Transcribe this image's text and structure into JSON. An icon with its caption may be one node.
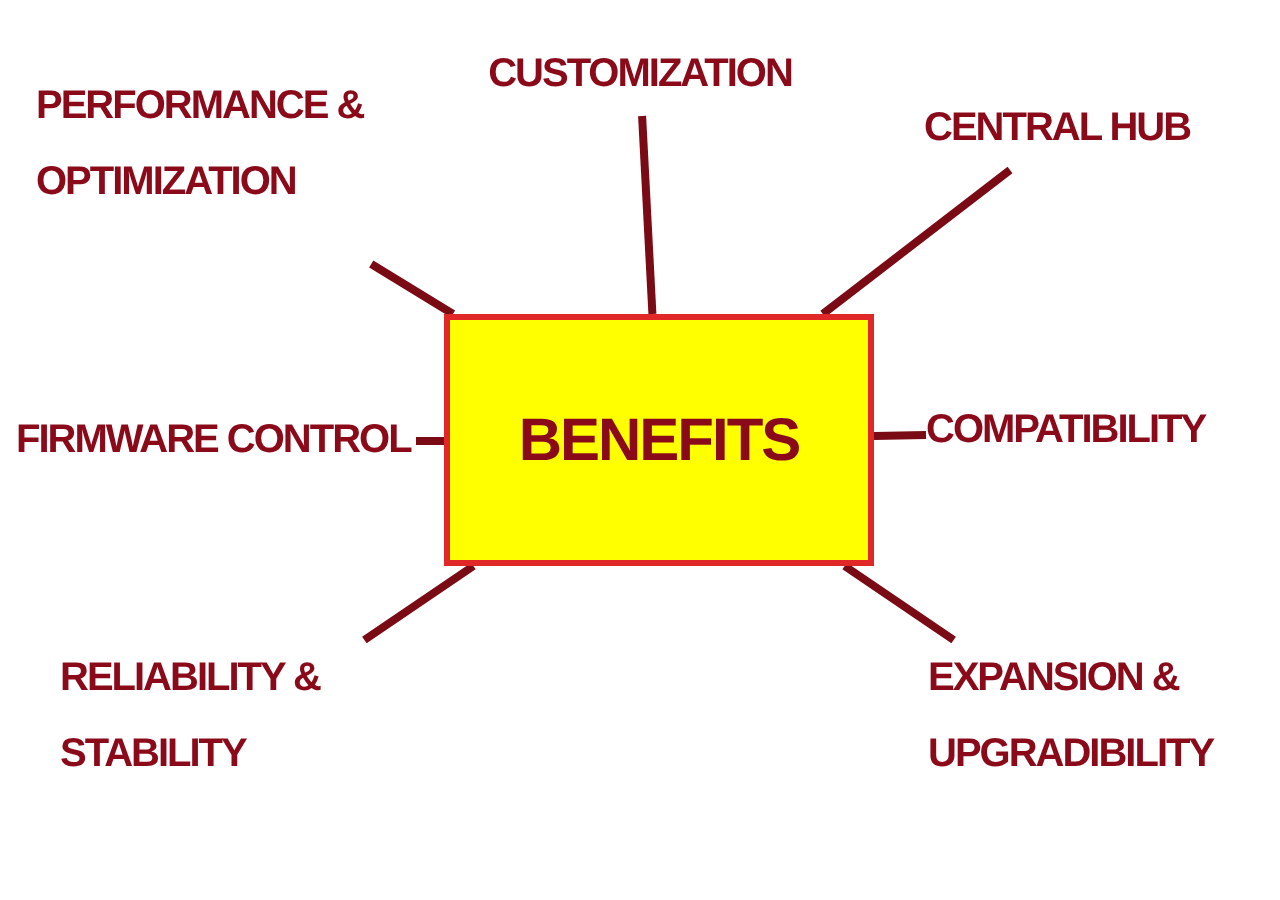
{
  "diagram": {
    "nodes": [
      {
        "text": [
          "BENEFITS"
        ]
      },
      {
        "text": [
          "PERFORMANCE & OPTIMIZATION"
        ]
      },
      {
        "text": [
          "CUSTOMIZATION"
        ]
      },
      {
        "text": [
          "CENTRAL HUB"
        ]
      },
      {
        "text": [
          "FIRMWARE CONTROL"
        ]
      },
      {
        "text": [
          "COMPATIBILITY"
        ]
      },
      {
        "text": [
          "RELIABILITY & STABILITY"
        ]
      },
      {
        "text": [
          "EXPANSION & UPGRADIBILITY"
        ]
      }
    ],
    "edges": [
      {
        "from": 0,
        "to": 1,
        "arrow": "none"
      },
      {
        "from": 0,
        "to": 2,
        "arrow": "none"
      },
      {
        "from": 0,
        "to": 3,
        "arrow": "none"
      },
      {
        "from": 0,
        "to": 4,
        "arrow": "none"
      },
      {
        "from": 0,
        "to": 5,
        "arrow": "none"
      },
      {
        "from": 0,
        "to": 6,
        "arrow": "none"
      },
      {
        "from": 0,
        "to": 7,
        "arrow": "none"
      }
    ]
  }
}
